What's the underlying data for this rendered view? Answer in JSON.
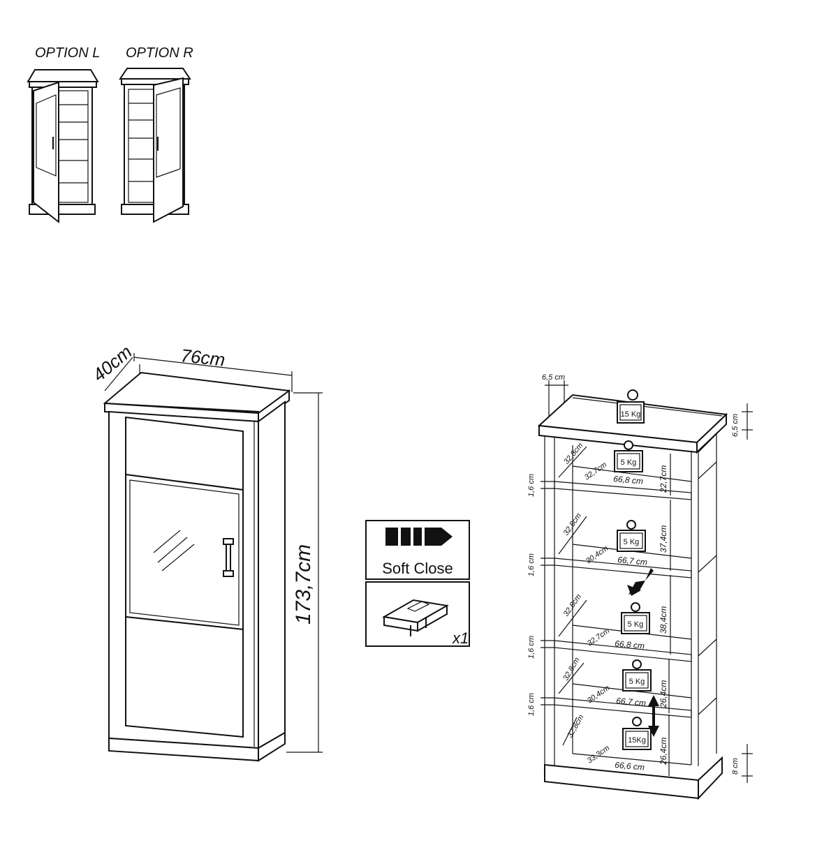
{
  "options": {
    "left_label": "OPTION L",
    "right_label": "OPTION R"
  },
  "front_view": {
    "depth": "40cm",
    "width": "76cm",
    "height": "173,7cm"
  },
  "features": {
    "soft_close_label": "Soft Close",
    "hinge_quantity": "x1"
  },
  "inner_view": {
    "top_offset": "6,5 cm",
    "top_load": "15 Kg",
    "cornice_height": "6,5 cm",
    "base_height": "8 cm",
    "shelf_thickness": [
      "1,6 cm",
      "1,6 cm",
      "1,6 cm",
      "1,6 cm"
    ],
    "compartments": [
      {
        "load": "5 Kg",
        "depth_outer": "32,8cm",
        "depth_inner": "32,7cm",
        "width": "66,8 cm",
        "height": "22,7cm"
      },
      {
        "load": "5 Kg",
        "depth_outer": "32,8cm",
        "depth_inner": "30,4cm",
        "width": "66,7 cm",
        "height": "37,4cm"
      },
      {
        "load": "5 Kg",
        "depth_outer": "32,8cm",
        "depth_inner": "32,7cm",
        "width": "66,8 cm",
        "height": "38,4cm"
      },
      {
        "load": "5 Kg",
        "depth_outer": "32,8cm",
        "depth_inner": "30,4cm",
        "width": "66,7 cm",
        "height": "26,4cm"
      },
      {
        "load": "15Kg",
        "depth_outer": "32,8cm",
        "depth_inner": "33,3cm",
        "width": "66,6 cm",
        "height": "26,4cm"
      }
    ]
  }
}
